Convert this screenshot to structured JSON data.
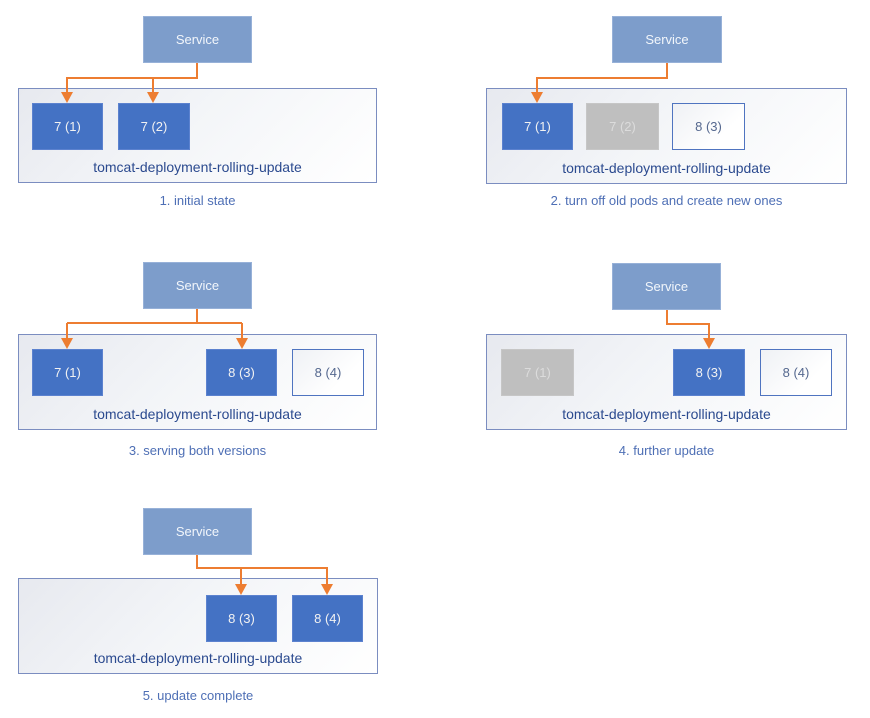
{
  "colors": {
    "service_fill": "#7d9dcb",
    "service_border": "#97b1d8",
    "pod_active_fill": "#4472c4",
    "pod_active_text": "#f2f2f2",
    "pod_terminated_fill": "#bfbfbf",
    "pod_terminated_text": "#dcdcdc",
    "pod_new_border": "#4f74c0",
    "pod_new_text": "#55688f",
    "container_border": "#7b8dc0",
    "container_gradient_start": "#e7e9ef",
    "container_label_text": "#2b4a8f",
    "caption_text": "#4e6fb5",
    "arrow": "#ed7d31"
  },
  "panels": [
    {
      "service_label": "Service",
      "container_label": "tomcat-deployment-rolling-update",
      "caption": "1. initial state",
      "pods": [
        {
          "label": "7 (1)",
          "state": "active"
        },
        {
          "label": "7 (2)",
          "state": "active"
        }
      ]
    },
    {
      "service_label": "Service",
      "container_label": "tomcat-deployment-rolling-update",
      "caption": "2. turn off old pods and create new ones",
      "pods": [
        {
          "label": "7 (1)",
          "state": "active"
        },
        {
          "label": "7 (2)",
          "state": "terminated"
        },
        {
          "label": "8 (3)",
          "state": "new"
        }
      ]
    },
    {
      "service_label": "Service",
      "container_label": "tomcat-deployment-rolling-update",
      "caption": "3. serving both versions",
      "pods": [
        {
          "label": "7 (1)",
          "state": "active"
        },
        {
          "label": "8 (3)",
          "state": "active"
        },
        {
          "label": "8 (4)",
          "state": "new"
        }
      ]
    },
    {
      "service_label": "Service",
      "container_label": "tomcat-deployment-rolling-update",
      "caption": "4. further update",
      "pods": [
        {
          "label": "7 (1)",
          "state": "terminated"
        },
        {
          "label": "8 (3)",
          "state": "active"
        },
        {
          "label": "8 (4)",
          "state": "new"
        }
      ]
    },
    {
      "service_label": "Service",
      "container_label": "tomcat-deployment-rolling-update",
      "caption": "5. update complete",
      "pods": [
        {
          "label": "8 (3)",
          "state": "active"
        },
        {
          "label": "8 (4)",
          "state": "active"
        }
      ]
    }
  ]
}
